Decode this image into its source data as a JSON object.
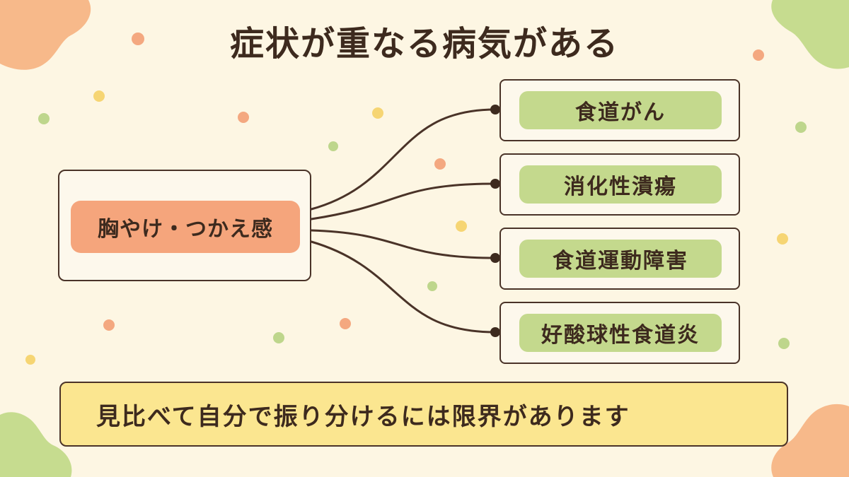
{
  "title": "症状が重なる病気がある",
  "source": {
    "label": "胸やけ・つかえ感"
  },
  "targets": [
    {
      "label": "食道がん"
    },
    {
      "label": "消化性潰瘍"
    },
    {
      "label": "食道運動障害"
    },
    {
      "label": "好酸球性食道炎"
    }
  ],
  "note": "見比べて自分で振り分けるには限界があります",
  "colors": {
    "background": "#fdf6e3",
    "source_pill": "#f5a57c",
    "target_pill": "#c4d98d",
    "note_box": "#fbe690",
    "line": "#4a3328"
  }
}
